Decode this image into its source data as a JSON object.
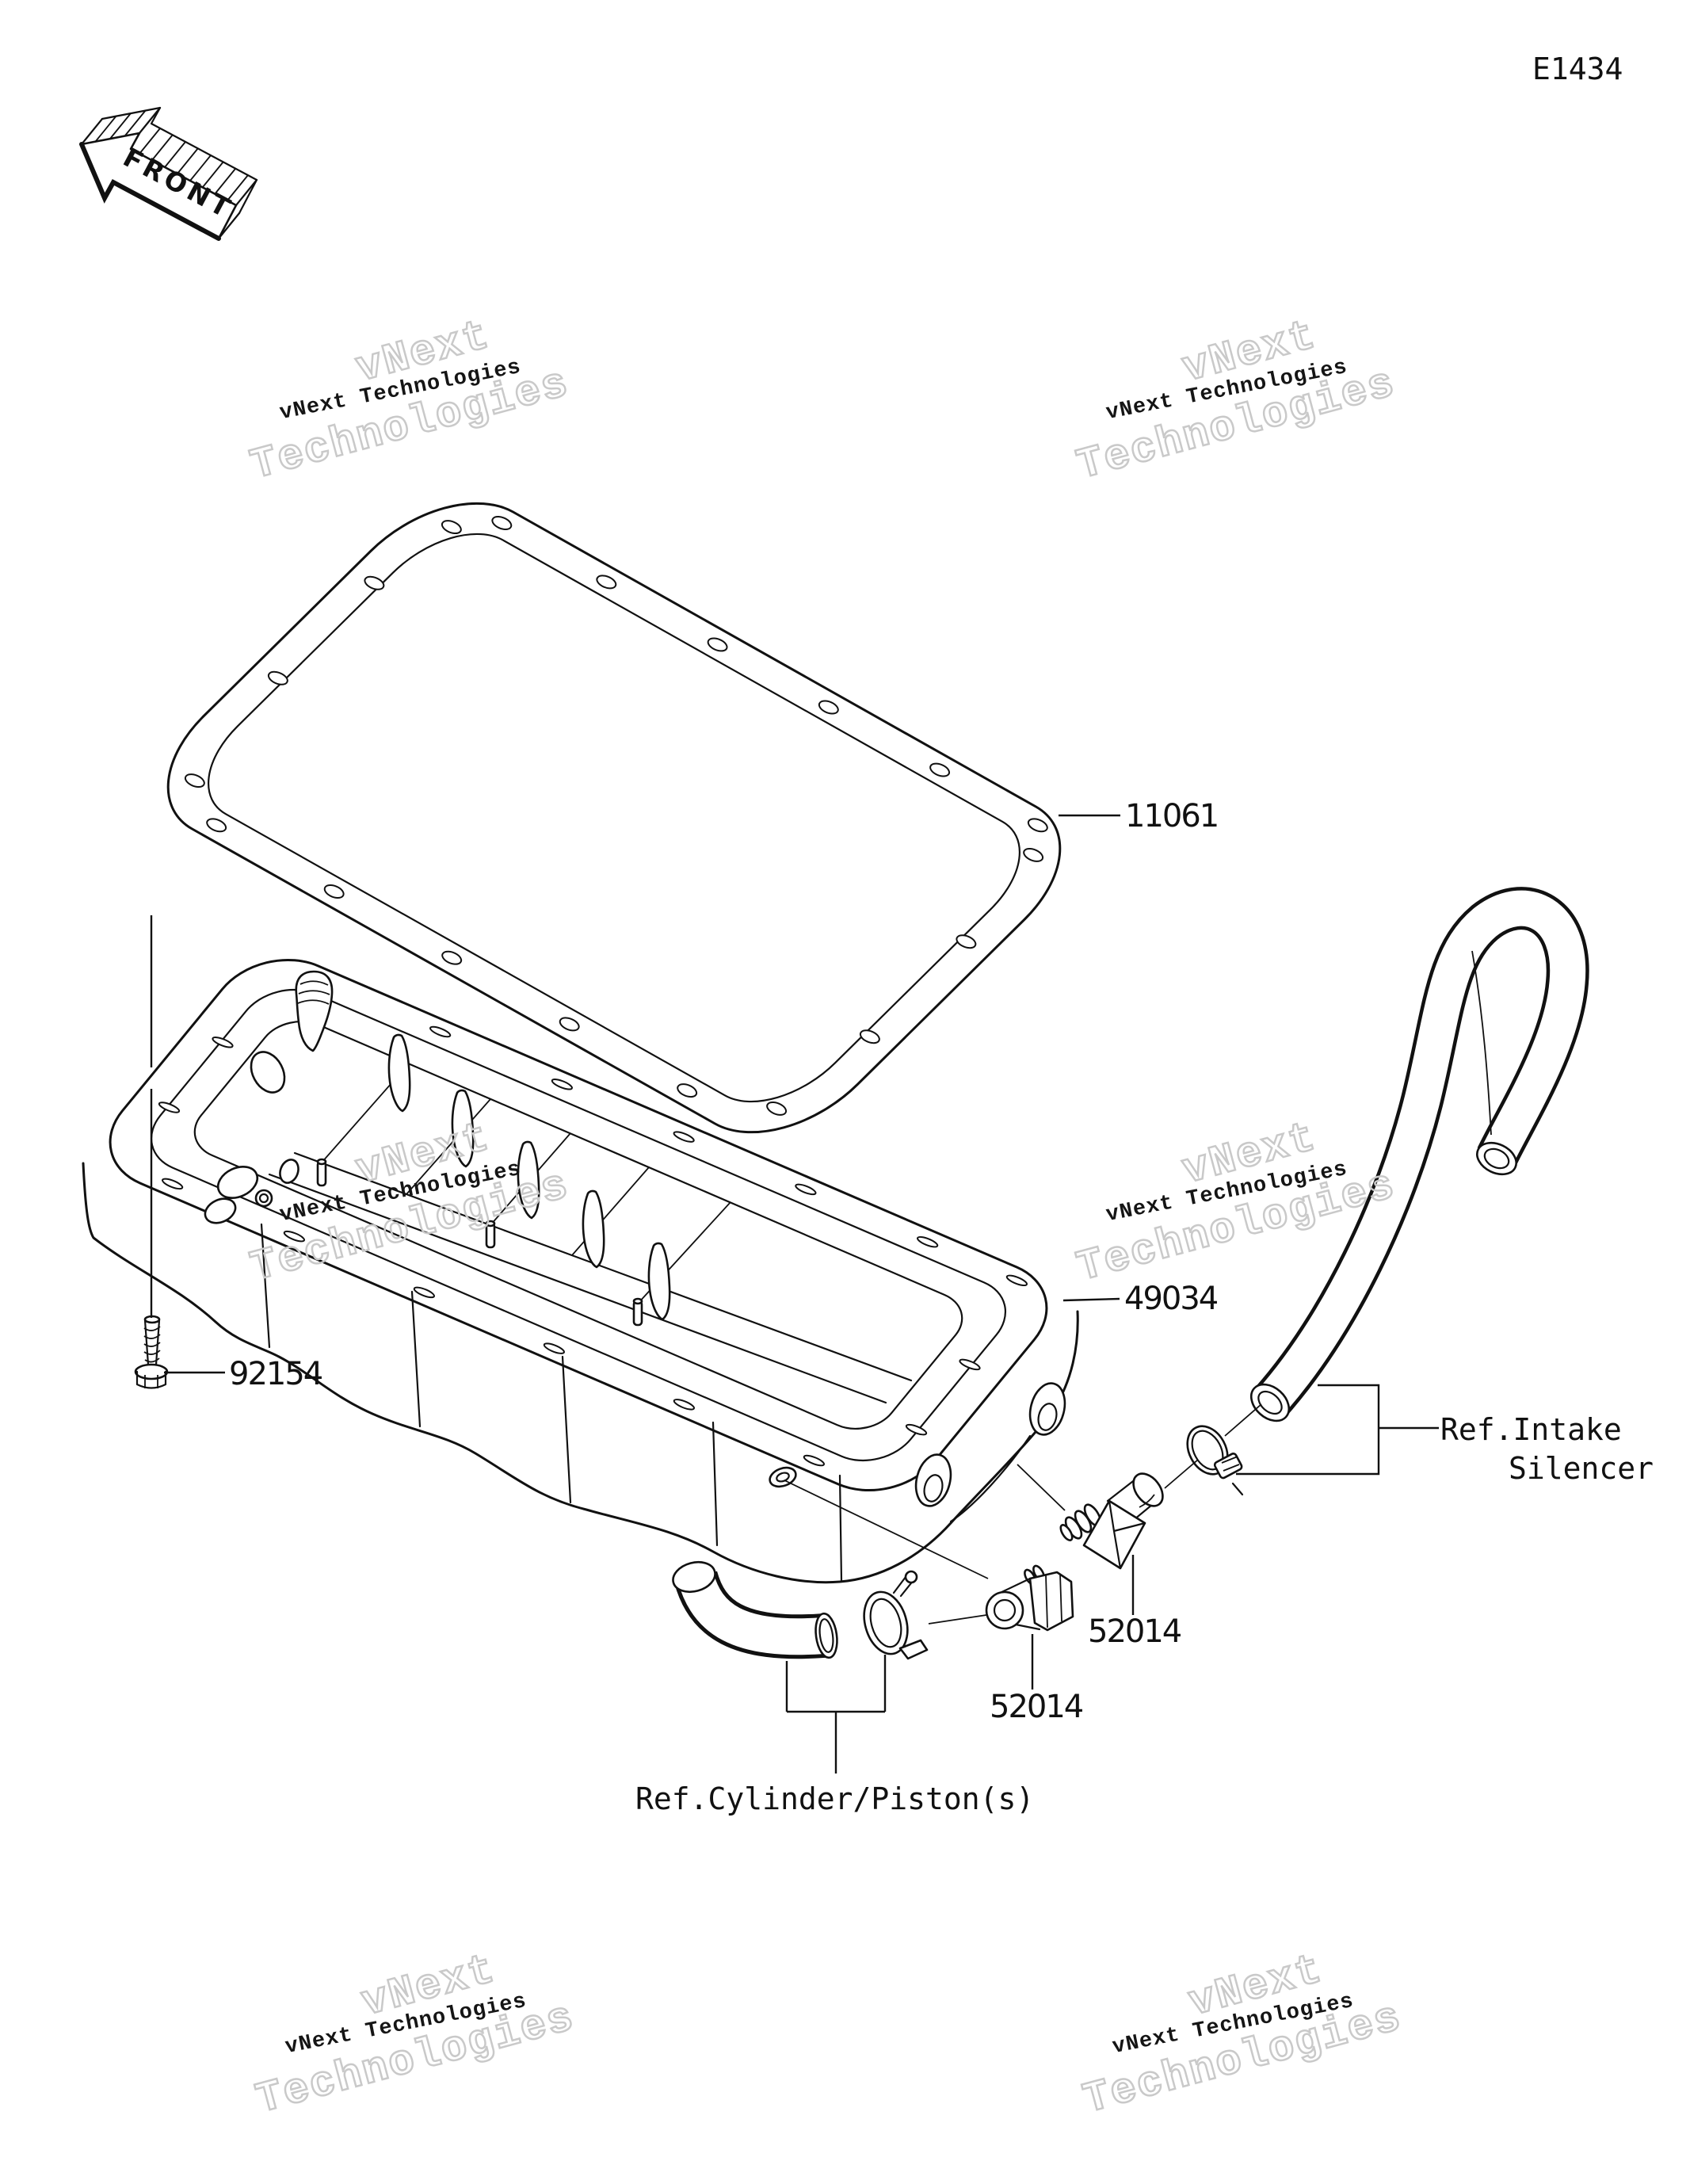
{
  "page": {
    "background": "#ffffff",
    "line_color": "#111111",
    "watermark_outline_color": "#c9c9c9"
  },
  "header": {
    "drawing_code": "E1434"
  },
  "front_marker": {
    "label": "FRONT"
  },
  "watermark": {
    "solid": "vNext Technologies",
    "outline_line1": "vNext",
    "outline_line2": "Technologies"
  },
  "parts": [
    {
      "number": "11061"
    },
    {
      "number": "49034"
    },
    {
      "number": "92154"
    },
    {
      "number": "52014"
    },
    {
      "number": "52014"
    }
  ],
  "references": {
    "intake_line1": "Ref.Intake",
    "intake_line2": "Silencer",
    "cylinder": "Ref.Cylinder/Piston(s)"
  }
}
